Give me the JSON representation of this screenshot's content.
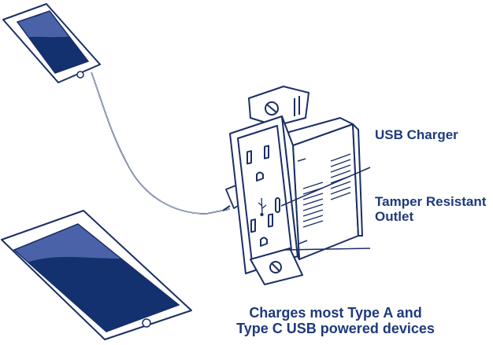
{
  "labels": {
    "usb_charger": "USB Charger",
    "tamper_line1": "Tamper Resistant",
    "tamper_line2": "Outlet"
  },
  "caption": {
    "line1": "Charges most Type A and",
    "line2": "Type C USB powered devices"
  },
  "colors": {
    "brand_navy": "#1e3a7c",
    "line": "#1b2f66",
    "screen_dark": "#13306f",
    "screen_light": "#4a63a8"
  },
  "icons": [
    "smartphone-icon",
    "tablet-icon",
    "usb-plug-icon",
    "usb-symbol-icon",
    "duplex-receptacle-icon"
  ]
}
